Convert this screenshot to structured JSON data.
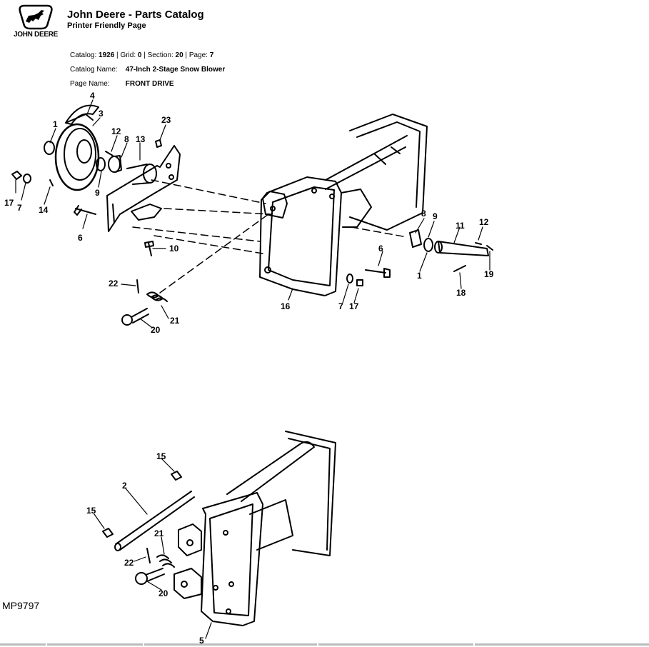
{
  "header": {
    "logo_text": "JOHN DEERE",
    "title": "John Deere - Parts Catalog",
    "subtitle": "Printer Friendly Page"
  },
  "meta": {
    "catalog_label": "Catalog:",
    "catalog_value": "1926",
    "grid_label": "Grid:",
    "grid_value": "0",
    "section_label": "Section:",
    "section_value": "20",
    "page_label": "Page:",
    "page_value": "7",
    "catalog_name_label": "Catalog Name:",
    "catalog_name_value": "47-Inch 2-Stage Snow Blower",
    "page_name_label": "Page Name:",
    "page_name_value": "FRONT DRIVE"
  },
  "diagram": {
    "upper_callouts": [
      "4",
      "3",
      "1",
      "12",
      "8",
      "13",
      "23",
      "17",
      "7",
      "14",
      "9",
      "6",
      "10",
      "22",
      "21",
      "20",
      "16",
      "8",
      "9",
      "11",
      "12",
      "6",
      "1",
      "19",
      "18",
      "7",
      "17"
    ],
    "lower_callouts": [
      "15",
      "2",
      "15",
      "21",
      "22",
      "20",
      "5"
    ]
  },
  "figure_code": "MP9797"
}
